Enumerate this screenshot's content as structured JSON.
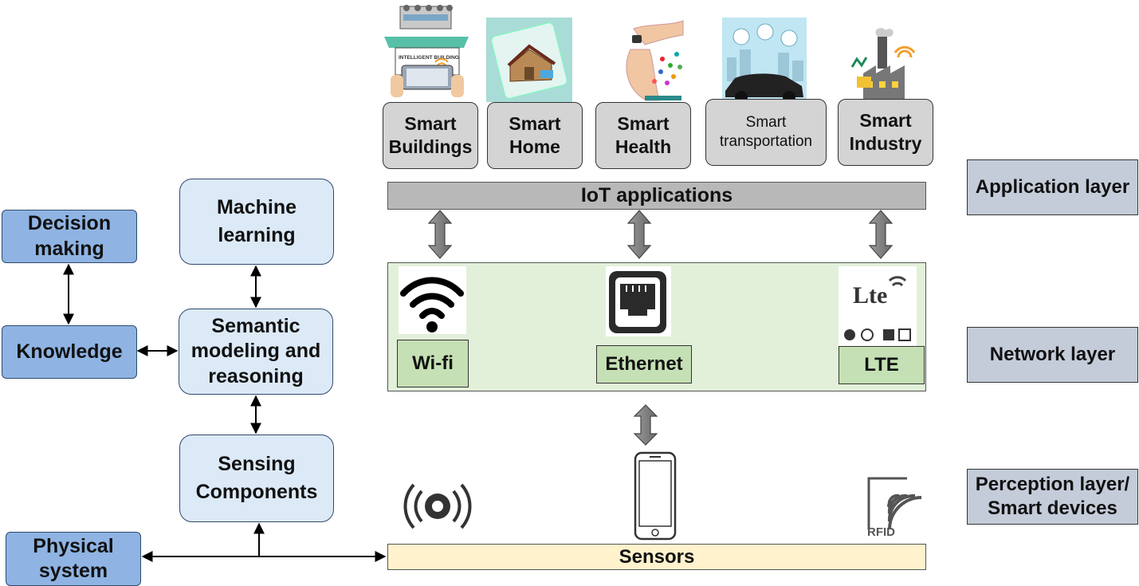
{
  "left": {
    "decision_making": "Decision making",
    "knowledge": "Knowledge",
    "physical_system": "Physical system",
    "machine_learning": "Machine learning",
    "semantic_modeling": "Semantic modeling and reasoning",
    "sensing_components": "Sensing Components"
  },
  "applications": [
    {
      "label": "Smart Buildings",
      "icon": "intelligent-building-icon"
    },
    {
      "label": "Smart Home",
      "icon": "smart-home-icon"
    },
    {
      "label": "Smart Health",
      "icon": "smart-health-icon"
    },
    {
      "label": "Smart transportation",
      "icon": "smart-transportation-icon"
    },
    {
      "label": "Smart Industry",
      "icon": "smart-industry-icon"
    }
  ],
  "building_sign": "INTELLIGENT BUILDING",
  "iot_bar": "IoT applications",
  "network": {
    "wifi": "Wi-fi",
    "ethernet": "Ethernet",
    "lte": "LTE",
    "lte_logo": "Lte"
  },
  "sensors_bar": "Sensors",
  "rfid_logo": "RFID",
  "layers": {
    "application": "Application layer",
    "network": "Network layer",
    "perception": "Perception layer/ Smart devices"
  },
  "colors": {
    "left_dark_box": "#8fb4e3",
    "left_light_box": "#dce9f7",
    "app_box": "#d4d4d4",
    "network_panel": "#e2f0d9",
    "network_label": "#c5e0b4",
    "sensors_bar": "#fff2cc",
    "layer_box": "#c4ccd9"
  }
}
